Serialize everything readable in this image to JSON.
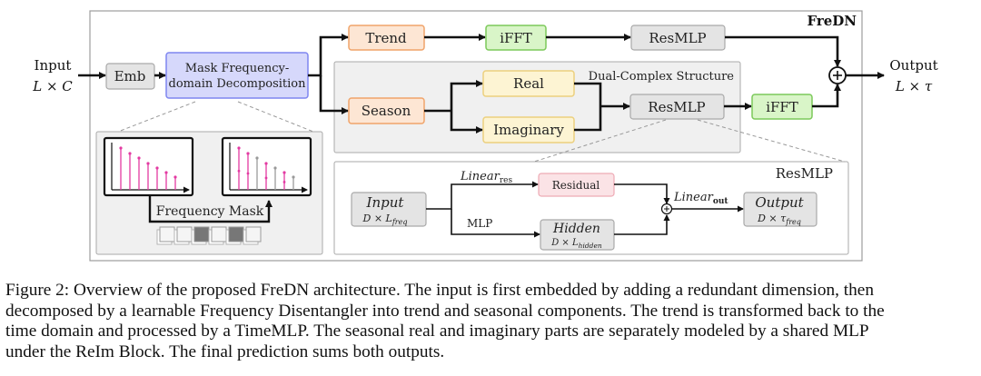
{
  "diagram": {
    "title": "FreDN",
    "input": {
      "label": "Input",
      "dims": "L × C"
    },
    "output": {
      "label": "Output",
      "dims": "L × τ"
    },
    "emb": "Emb",
    "mask_decomp": {
      "line1": "Mask Frequency-",
      "line2": "domain Decomposition"
    },
    "trend": "Trend",
    "ifft_top": "iFFT",
    "resmlp_top": "ResMLP",
    "season": "Season",
    "dual_complex_label": "Dual-Complex Structure",
    "real": "Real",
    "imaginary": "Imaginary",
    "resmlp_mid": "ResMLP",
    "ifft_mid": "iFFT",
    "frequency_mask": "Frequency Mask",
    "resmlp_panel": {
      "title": "ResMLP",
      "input": {
        "label": "Input",
        "dims_main": "D × L",
        "dims_sub": "freq"
      },
      "linear_res": {
        "main": "Linear",
        "sub": "res"
      },
      "residual": "Residual",
      "mlp": "MLP",
      "hidden": {
        "label": "Hidden",
        "dims_main": "D × L",
        "dims_sub": "hidden"
      },
      "linear_out": {
        "main": "Linear",
        "sub": "out"
      },
      "output": {
        "label": "Output",
        "dims_main": "D × τ",
        "dims_sub": "freq"
      }
    }
  },
  "caption": {
    "line1": "Figure 2: Overview of the proposed FreDN architecture. The input is first embedded by adding a redundant dimension, then",
    "line2": "decomposed by a learnable Frequency Disentangler into trend and seasonal components. The trend is transformed back to the",
    "line3": "time domain and processed by a TimeMLP. The seasonal real and imaginary parts are separately modeled by a shared MLP",
    "line4": "under the ReIm Block. The final prediction sums both outputs."
  },
  "colors": {
    "trend_season_fill": "#fde6d4",
    "trend_season_stroke": "#f0a46a",
    "ifft_fill": "#d9f5c8",
    "ifft_stroke": "#7cc95a",
    "resmlp_fill": "#e4e4e4",
    "resmlp_stroke": "#a9a9a9",
    "real_imag_fill": "#fdf4d3",
    "real_imag_stroke": "#ecd07e",
    "mask_fill": "#d6d8fb",
    "mask_stroke": "#7f86f0",
    "residual_fill": "#fbe3e6",
    "residual_stroke": "#eeaab5",
    "spike": "#e33aa2",
    "spike_grey": "#9a9a9a"
  }
}
